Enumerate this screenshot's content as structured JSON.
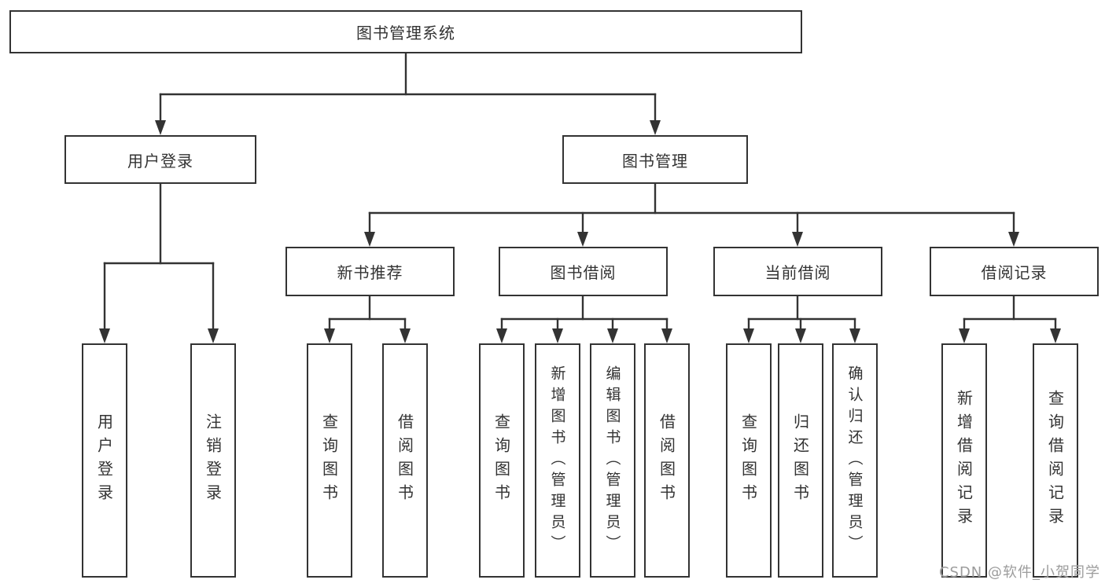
{
  "tree": {
    "root": "图书管理系统",
    "level2": [
      "用户登录",
      "图书管理"
    ],
    "level3": [
      "新书推荐",
      "图书借阅",
      "当前借阅",
      "借阅记录"
    ],
    "leaves": {
      "user_login": [
        "用户登录",
        "注销登录"
      ],
      "new_book": [
        "查询图书",
        "借阅图书"
      ],
      "book_borrow": [
        "查询图书",
        "新增图书（管理员）",
        "编辑图书（管理员）",
        "借阅图书"
      ],
      "current_borrow": [
        "查询图书",
        "归还图书",
        "确认归还（管理员）"
      ],
      "borrow_record": [
        "新增借阅记录",
        "查询借阅记录"
      ]
    }
  },
  "watermark": "CSDN @软件_小贺同学",
  "colors": {
    "line": "#333333",
    "border": "#333333",
    "text": "#333333",
    "background": "#ffffff",
    "watermark": "#9c9c9c"
  }
}
